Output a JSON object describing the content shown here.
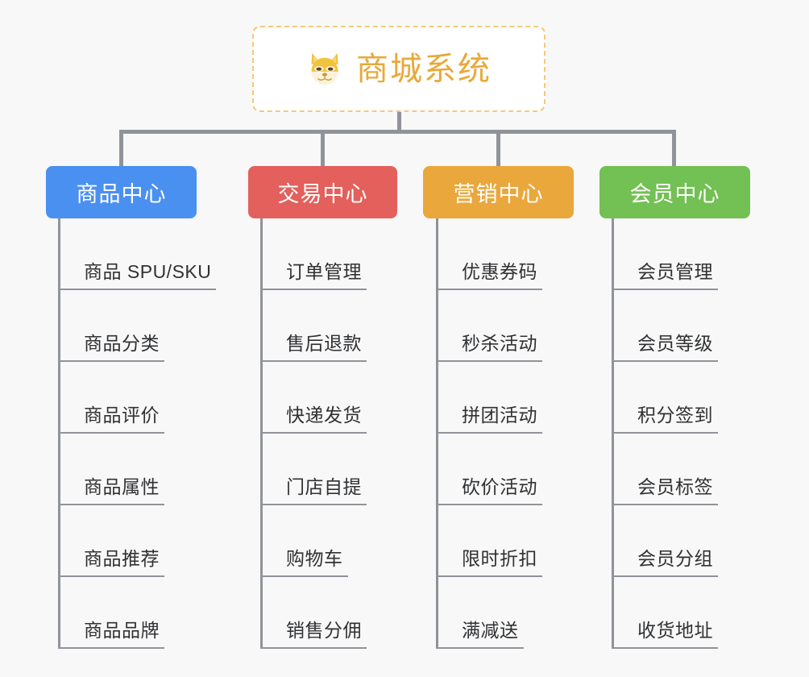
{
  "diagram": {
    "type": "org-tree",
    "background_color": "#f8f8f8",
    "connector_color": "#909399",
    "root": {
      "title": "商城系统",
      "icon": "shiba-dog-face-icon",
      "text_color": "#e8a93a",
      "border_color": "#f5c87a",
      "fill_color": "#ffffff"
    },
    "branches": [
      {
        "label": "商品中心",
        "color": "#4a90f0",
        "items": [
          "商品 SPU/SKU",
          "商品分类",
          "商品评价",
          "商品属性",
          "商品推荐",
          "商品品牌"
        ]
      },
      {
        "label": "交易中心",
        "color": "#e3605c",
        "items": [
          "订单管理",
          "售后退款",
          "快递发货",
          "门店自提",
          "购物车",
          "销售分佣"
        ]
      },
      {
        "label": "营销中心",
        "color": "#eaa73c",
        "items": [
          "优惠券码",
          "秒杀活动",
          "拼团活动",
          "砍价活动",
          "限时折扣",
          "满减送"
        ]
      },
      {
        "label": "会员中心",
        "color": "#73c054",
        "items": [
          "会员管理",
          "会员等级",
          "积分签到",
          "会员标签",
          "会员分组",
          "收货地址"
        ]
      }
    ]
  }
}
